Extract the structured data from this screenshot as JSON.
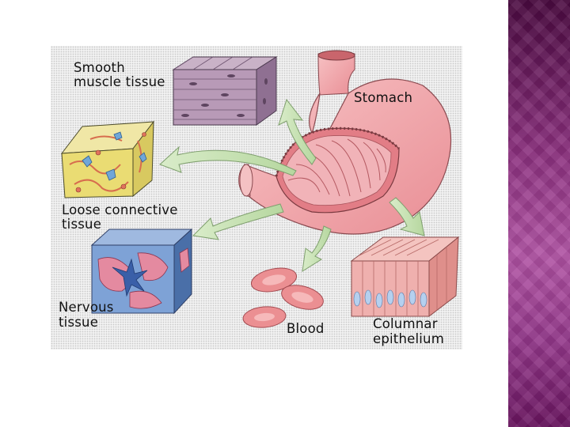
{
  "labels": {
    "smooth_muscle_1": "Smooth",
    "smooth_muscle_2": "muscle tissue",
    "stomach": "Stomach",
    "loose_connective_1": "Loose connective",
    "loose_connective_2": "tissue",
    "nervous_1": "Nervous",
    "nervous_2": "tissue",
    "blood": "Blood",
    "columnar_1": "Columnar",
    "columnar_2": "epithelium"
  },
  "colors": {
    "sidebar_purple": "#8a2f7d",
    "stomach_pink": "#f2a6ab",
    "arrow_green": "#c5e0b4",
    "muscle_purple": "#a98aa8",
    "nervous_blue": "#5f8fc8",
    "connective_yellow": "#e6d96a",
    "blood_pink": "#eb8f92",
    "epithelium_pink": "#efb0ae"
  }
}
